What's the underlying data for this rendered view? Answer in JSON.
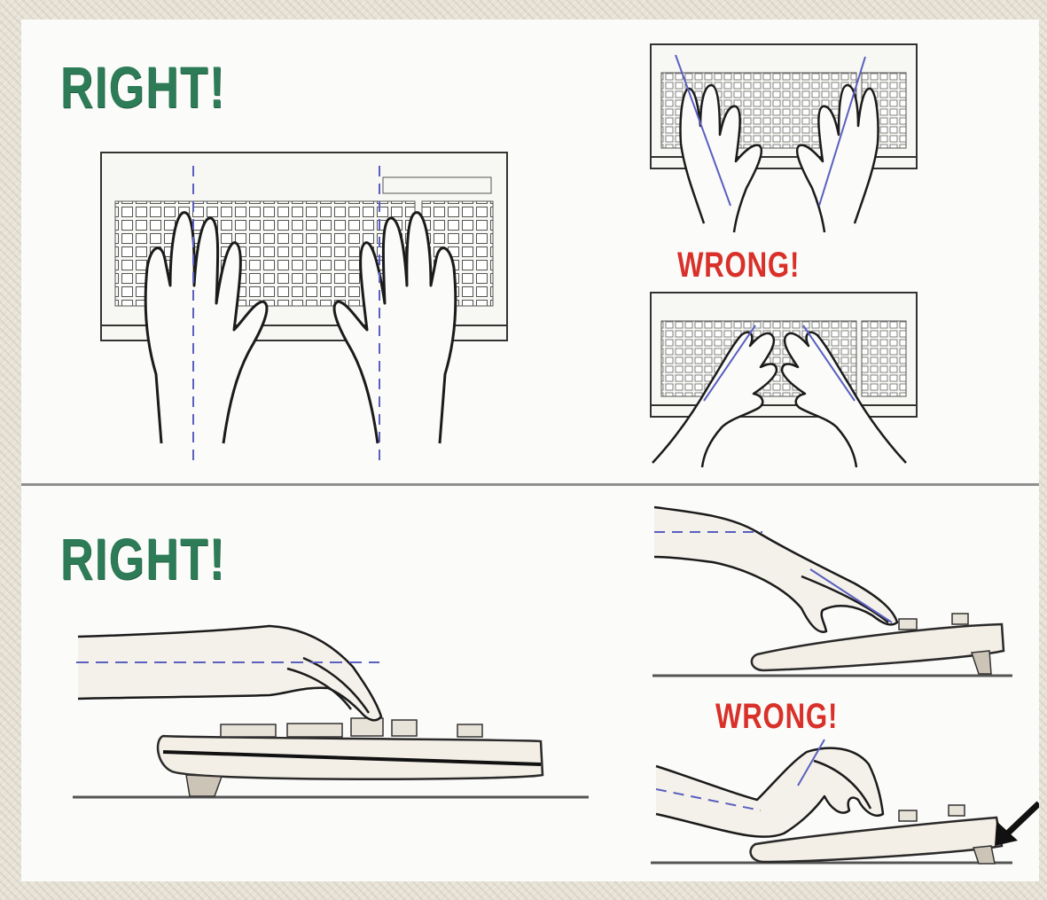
{
  "labels": {
    "top_right": "RIGHT!",
    "bottom_right": "RIGHT!",
    "top_wrong": "WRONG!",
    "bottom_wrong": "WRONG!"
  },
  "colors": {
    "right": "#2e7c57",
    "wrong": "#d9302a",
    "guide_line": "#5a5fc0",
    "line_art": "#1b1b1b",
    "divider": "#8f8f8f"
  },
  "icons": [
    "keyboard-top-view",
    "hand-outline",
    "keyboard-side-view",
    "arrow-icon"
  ]
}
